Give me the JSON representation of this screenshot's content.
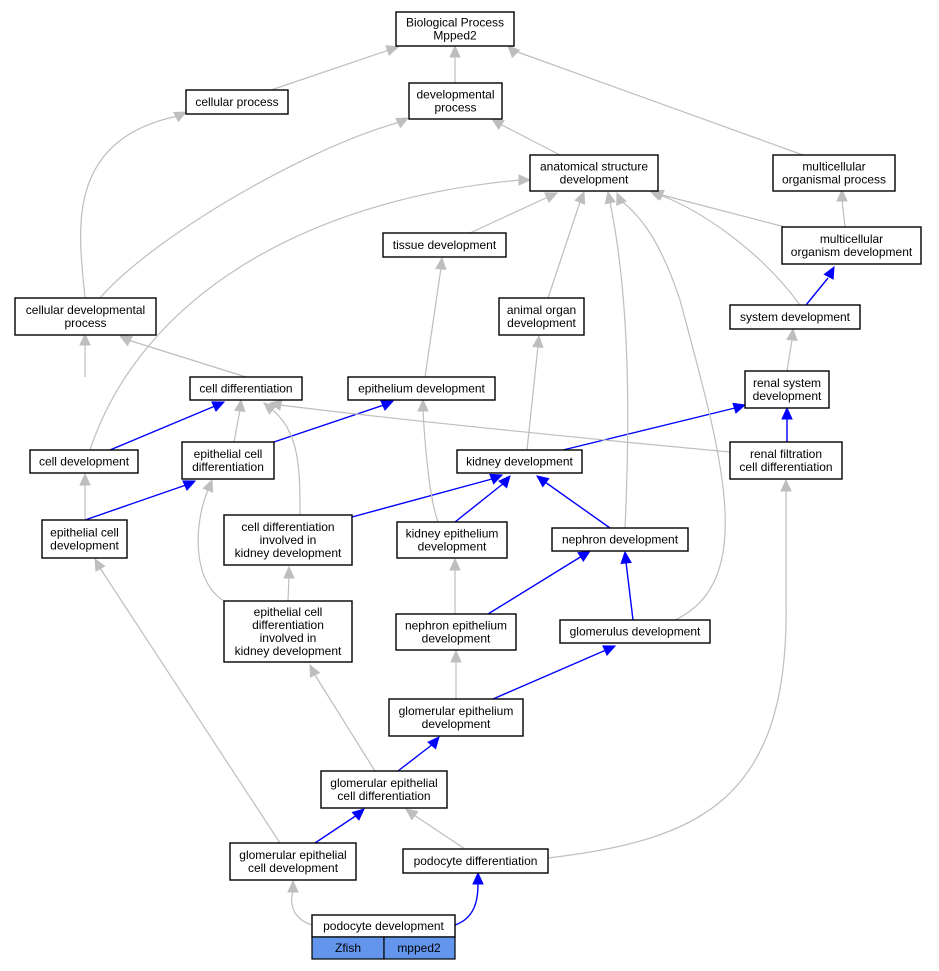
{
  "nodes": {
    "bp": [
      "Biological Process",
      "Mpped2"
    ],
    "cellular_process": [
      "cellular process"
    ],
    "developmental_process": [
      "developmental",
      "process"
    ],
    "anatomical_structure_development": [
      "anatomical structure",
      "development"
    ],
    "multicellular_organismal_process": [
      "multicellular",
      "organismal process"
    ],
    "tissue_development": [
      "tissue development"
    ],
    "multicellular_organism_development": [
      "multicellular",
      "organism development"
    ],
    "cellular_developmental_process": [
      "cellular developmental",
      "process"
    ],
    "animal_organ_development": [
      "animal organ",
      "development"
    ],
    "system_development": [
      "system development"
    ],
    "cell_differentiation": [
      "cell differentiation"
    ],
    "epithelium_development": [
      "epithelium development"
    ],
    "renal_system_development": [
      "renal system",
      "development"
    ],
    "cell_development": [
      "cell development"
    ],
    "epithelial_cell_differentiation": [
      "epithelial cell",
      "differentiation"
    ],
    "kidney_development": [
      "kidney development"
    ],
    "renal_filtration_cell_differentiation": [
      "renal filtration",
      "cell differentiation"
    ],
    "epithelial_cell_development": [
      "epithelial cell",
      "development"
    ],
    "cell_diff_kidney": [
      "cell differentiation",
      "involved in",
      "kidney development"
    ],
    "kidney_epithelium_development": [
      "kidney epithelium",
      "development"
    ],
    "nephron_development": [
      "nephron development"
    ],
    "epi_cell_diff_kidney": [
      "epithelial cell",
      "differentiation",
      "involved in",
      "kidney development"
    ],
    "nephron_epithelium_development": [
      "nephron epithelium",
      "development"
    ],
    "glomerulus_development": [
      "glomerulus development"
    ],
    "glomerular_epithelium_development": [
      "glomerular epithelium",
      "development"
    ],
    "glomerular_epithelial_cell_differentiation": [
      "glomerular epithelial",
      "cell differentiation"
    ],
    "glomerular_epithelial_cell_development": [
      "glomerular epithelial",
      "cell development"
    ],
    "podocyte_differentiation": [
      "podocyte differentiation"
    ],
    "podocyte_development": [
      "podocyte development"
    ]
  },
  "annotation": {
    "species": "Zfish",
    "gene": "mpped2"
  },
  "colors": {
    "grey_edge": "#bebebe",
    "blue_edge": "#0000ff",
    "annotation_fill": "#6495ed"
  }
}
